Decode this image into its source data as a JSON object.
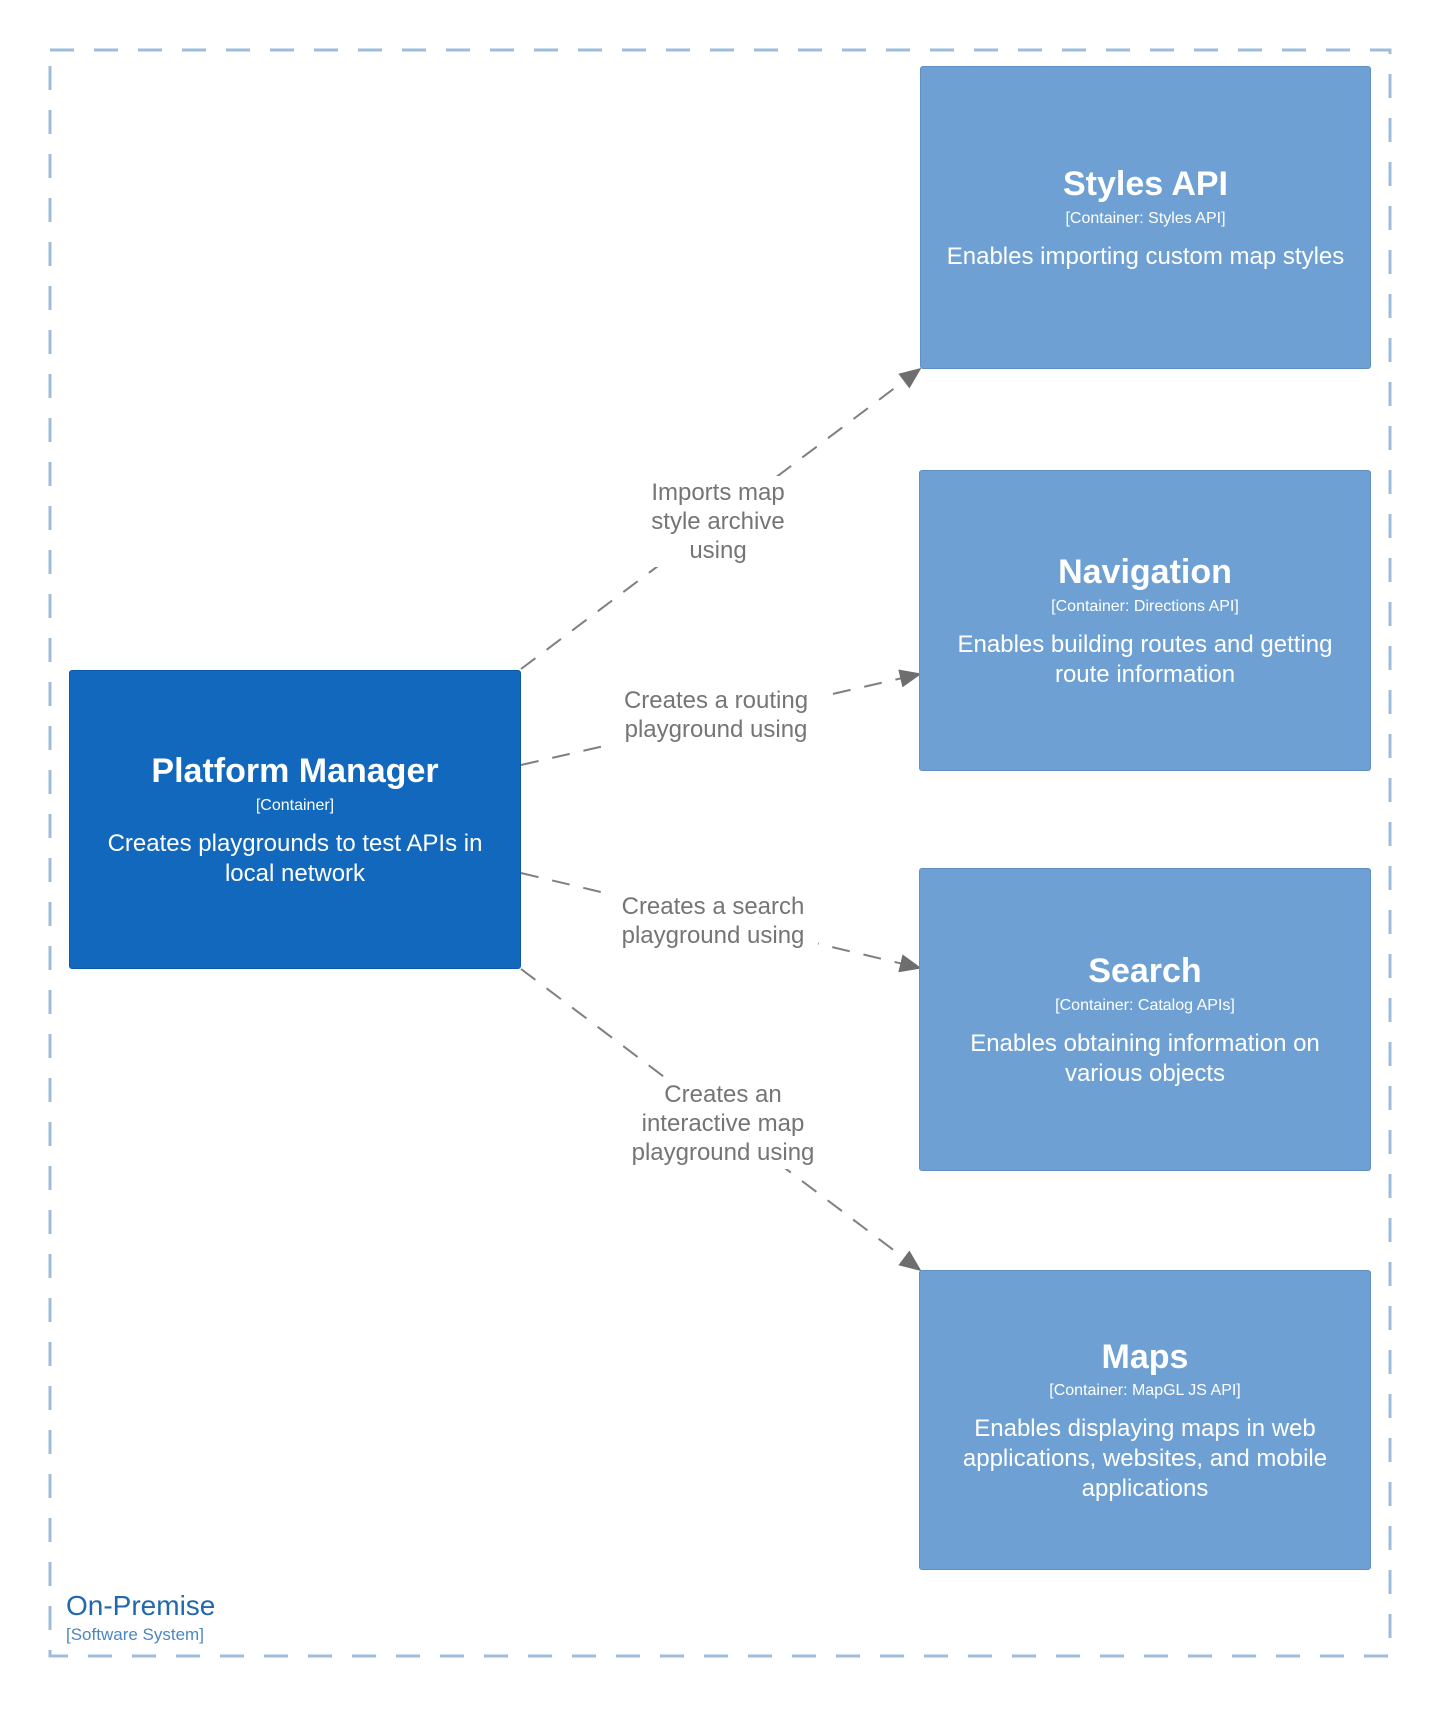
{
  "boundary": {
    "label": "On-Premise",
    "meta": "[Software System]"
  },
  "nodes": {
    "platform_manager": {
      "title": "Platform Manager",
      "meta": "[Container]",
      "description": "Creates playgrounds to test APIs in local network"
    },
    "styles_api": {
      "title": "Styles API",
      "meta": "[Container: Styles API]",
      "description": "Enables importing custom map styles"
    },
    "navigation": {
      "title": "Navigation",
      "meta": "[Container: Directions API]",
      "description": "Enables building routes and getting route information"
    },
    "search": {
      "title": "Search",
      "meta": "[Container: Catalog APIs]",
      "description": "Enables obtaining information on various objects"
    },
    "maps": {
      "title": "Maps",
      "meta": "[Container: MapGL JS API]",
      "description": "Enables displaying maps in web applications, websites, and mobile applications"
    }
  },
  "edges": {
    "imports_styles": {
      "label": "Imports map style archive using"
    },
    "routing": {
      "label": "Creates a routing playground using"
    },
    "search": {
      "label": "Creates a search playground using"
    },
    "interactive_map": {
      "label": "Creates an interactive map playground using"
    }
  },
  "colors": {
    "primary_node": "#1168bd",
    "secondary_node": "#6ea0d4",
    "edge": "#7f7f7f",
    "boundary_border": "#9fbcda",
    "boundary_text": "#2268ae"
  }
}
